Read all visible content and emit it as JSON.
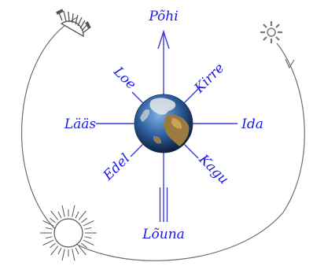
{
  "colors": {
    "axis": "#3b3bd9",
    "label": "#1a1ae6",
    "path": "#6e6e6e",
    "sun": "#555555"
  },
  "directions": {
    "north": "Põhi",
    "northeast": "Kirre",
    "east": "Ida",
    "southeast": "Kagu",
    "south": "Lõuna",
    "southwest": "Edel",
    "west": "Lääs",
    "northwest": "Loe"
  },
  "icons": {
    "globe": "earth-globe-icon",
    "rising_sun": "rising-sun-icon",
    "midday_sun": "large-sun-icon",
    "setting_sun": "setting-sun-icon"
  }
}
